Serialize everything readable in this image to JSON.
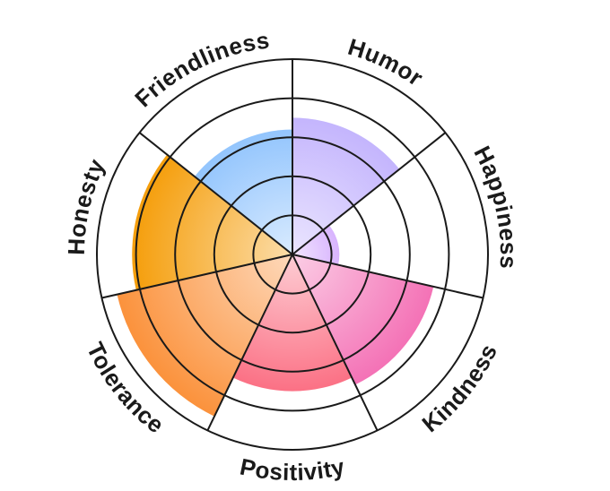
{
  "chart_data": {
    "type": "polar-area",
    "title": "",
    "categories": [
      "Humor",
      "Happiness",
      "Kindness",
      "Positivity",
      "Tolerance",
      "Honesty",
      "Friendliness"
    ],
    "values": [
      3.5,
      1.2,
      3.7,
      3.5,
      4.6,
      4.1,
      3.2
    ],
    "rmax": 5,
    "rings": 5,
    "grid": true,
    "colors": [
      "#c4b5fd",
      "#d8b4fe",
      "#f472b6",
      "#fb7185",
      "#fb923c",
      "#f59e0b",
      "#93c5fd"
    ]
  }
}
